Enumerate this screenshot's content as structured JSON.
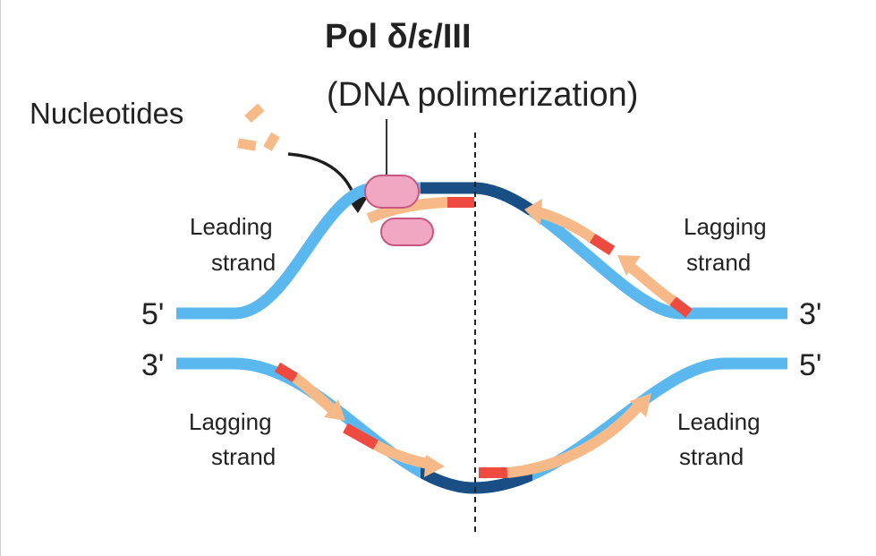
{
  "title": "Pol δ/ε/III",
  "subtitle": "(DNA polimerization)",
  "nucleotides_label": "Nucleotides",
  "top_left": {
    "line1": "Leading",
    "line2": "strand"
  },
  "top_right": {
    "line1": "Lagging",
    "line2": "strand"
  },
  "bottom_left": {
    "line1": "Lagging",
    "line2": "strand"
  },
  "bottom_right": {
    "line1": "Leading",
    "line2": "strand"
  },
  "ends": {
    "top_left": "5'",
    "top_right": "3'",
    "bottom_left": "3'",
    "bottom_right": "5'"
  },
  "colors": {
    "template_strand": "#5ab8ef",
    "parental_dark": "#1a4f86",
    "new_strand": "#f7b987",
    "primer": "#ef4a3f",
    "polymerase": "#f1a6c1",
    "polymerase_outline": "#c8567f"
  }
}
